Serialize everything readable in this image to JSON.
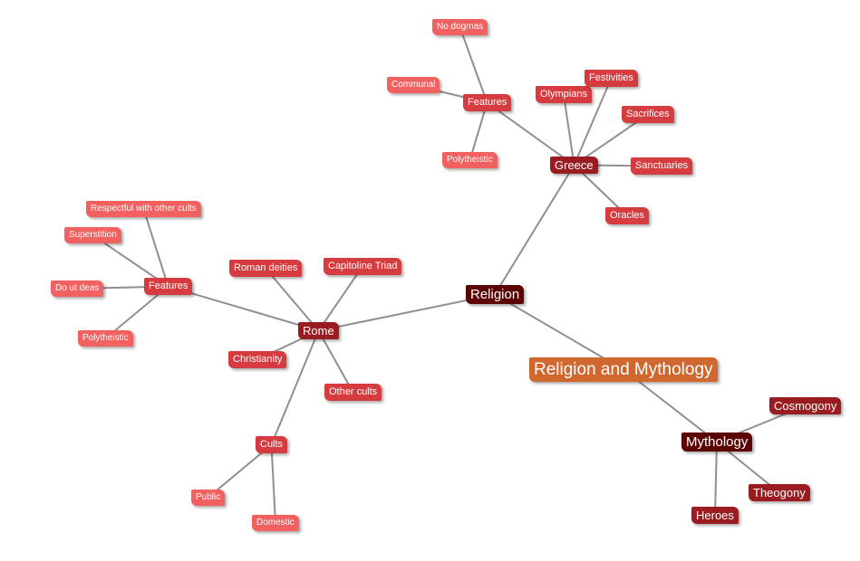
{
  "colors": {
    "level0": "#D0672F",
    "level1": "#5C0404",
    "level2": "#9B1C20",
    "level3": "#D63C3F",
    "level4": "#F2605F",
    "link": "#8F8F8F"
  },
  "nodes": [
    {
      "id": "central",
      "label": "Religion and Mythology",
      "level": 0,
      "parent": null
    },
    {
      "id": "religion",
      "label": "Religion",
      "level": 1,
      "parent": "central"
    },
    {
      "id": "mythology",
      "label": "Mythology",
      "level": 1,
      "parent": "central"
    },
    {
      "id": "greece",
      "label": "Greece",
      "level": 2,
      "parent": "religion"
    },
    {
      "id": "rome",
      "label": "Rome",
      "level": 2,
      "parent": "religion"
    },
    {
      "id": "gfeat",
      "label": "Features",
      "level": 3,
      "parent": "greece"
    },
    {
      "id": "nodog",
      "label": "No dogmas",
      "level": 4,
      "parent": "gfeat"
    },
    {
      "id": "communal",
      "label": "Communal",
      "level": 4,
      "parent": "gfeat"
    },
    {
      "id": "gpoly",
      "label": "Polytheistic",
      "level": 4,
      "parent": "gfeat"
    },
    {
      "id": "olymp",
      "label": "Olympians",
      "level": 3,
      "parent": "greece"
    },
    {
      "id": "fest",
      "label": "Festivities",
      "level": 3,
      "parent": "greece"
    },
    {
      "id": "sacr",
      "label": "Sacrifices",
      "level": 3,
      "parent": "greece"
    },
    {
      "id": "sanct",
      "label": "Sanctuaries",
      "level": 3,
      "parent": "greece"
    },
    {
      "id": "orac",
      "label": "Oracles",
      "level": 3,
      "parent": "greece"
    },
    {
      "id": "cosmo",
      "label": "Cosmogony",
      "level": 2,
      "parent": "mythology"
    },
    {
      "id": "theo",
      "label": "Theogony",
      "level": 2,
      "parent": "mythology"
    },
    {
      "id": "heroes",
      "label": "Heroes",
      "level": 2,
      "parent": "mythology"
    },
    {
      "id": "rfeat",
      "label": "Features",
      "level": 3,
      "parent": "rome"
    },
    {
      "id": "resp",
      "label": "Respectful with other cults",
      "level": 4,
      "parent": "rfeat"
    },
    {
      "id": "super",
      "label": "Superstition",
      "level": 4,
      "parent": "rfeat"
    },
    {
      "id": "dout",
      "label": "Do ut deas",
      "level": 4,
      "parent": "rfeat"
    },
    {
      "id": "rpoly",
      "label": "Polytheistic",
      "level": 4,
      "parent": "rfeat"
    },
    {
      "id": "rdeit",
      "label": "Roman deities",
      "level": 3,
      "parent": "rome"
    },
    {
      "id": "capit",
      "label": "Capitoline Triad",
      "level": 3,
      "parent": "rome"
    },
    {
      "id": "christ",
      "label": "Christianity",
      "level": 3,
      "parent": "rome"
    },
    {
      "id": "other",
      "label": "Other cults",
      "level": 3,
      "parent": "rome"
    },
    {
      "id": "cults",
      "label": "Cults",
      "level": 3,
      "parent": "rome"
    },
    {
      "id": "public",
      "label": "Public",
      "level": 4,
      "parent": "cults"
    },
    {
      "id": "domestic",
      "label": "Domestic",
      "level": 4,
      "parent": "cults"
    }
  ]
}
